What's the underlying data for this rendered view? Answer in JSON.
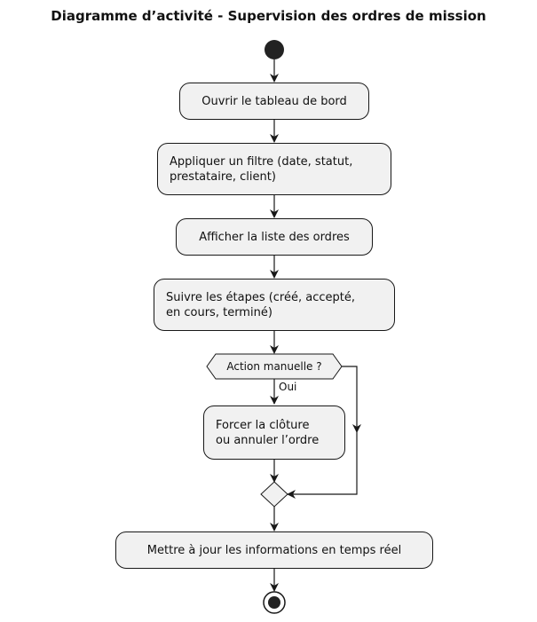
{
  "title": "Diagramme d’activité - Supervision des ordres de mission",
  "nodes": {
    "open_dashboard": "Ouvrir le tableau de bord",
    "apply_filter": "Appliquer un filtre (date, statut,\nprestataire, client)",
    "show_list": "Afficher la liste des ordres",
    "follow_steps": "Suivre les étapes (créé, accepté,\nen cours, terminé)",
    "force_close": "Forcer la clôture\nou annuler l’ordre",
    "update_info": "Mettre à jour les informations en temps réel"
  },
  "decision": {
    "label": "Action manuelle ?",
    "yes_label": "Oui"
  },
  "colors": {
    "node_fill": "#f1f1f1",
    "stroke": "#181818",
    "start_fill": "#222222"
  }
}
